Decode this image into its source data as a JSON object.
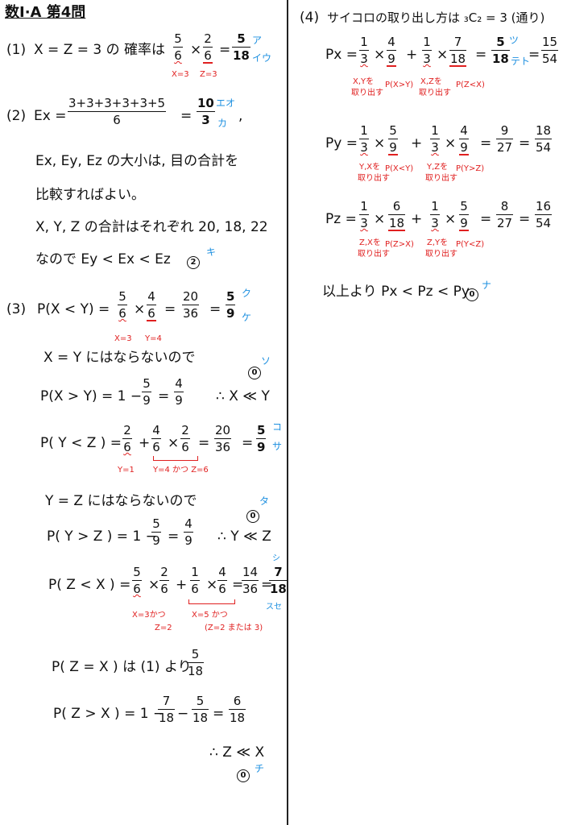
{
  "header": {
    "title": "数I·A 第4問"
  },
  "q1": {
    "label": "(1)",
    "lhs": "X = Z = 3 の 確率は",
    "f1": {
      "n": "5",
      "d": "6"
    },
    "times": "×",
    "f2": {
      "n": "2",
      "d": "6"
    },
    "eq": "=",
    "ans": {
      "n": "5",
      "d": "18"
    },
    "note_a": "X=3",
    "note_b": "Z=3",
    "kana_top": "ア",
    "kana_bottom": "イウ"
  },
  "q2": {
    "label": "(2)",
    "lhs": "Ex =",
    "num": "3+3+3+3+3+5",
    "den": "6",
    "eq": "=",
    "ans": {
      "n": "10",
      "d": "3"
    },
    "tail": ",",
    "kana_top": "エオ",
    "kana_bottom": "カ",
    "line1": "Ex, Ey, Ez の大小は, 目の合計を",
    "line2": "比較すればよい。",
    "line3": "X, Y, Z の合計はそれぞれ 20, 18, 22",
    "line4": "なので  Ey < Ex < Ez",
    "circ": "2",
    "kana_ki": "キ"
  },
  "q3": {
    "label": "(3)",
    "p1_lhs": "P(X < Y) =",
    "p1_f1": {
      "n": "5",
      "d": "6"
    },
    "p1_f2": {
      "n": "4",
      "d": "6"
    },
    "p1_mid": {
      "n": "20",
      "d": "36"
    },
    "p1_ans": {
      "n": "5",
      "d": "9"
    },
    "p1_note_a": "X=3",
    "p1_note_b": "Y=4",
    "kana_ku": "ク",
    "kana_ke": "ケ",
    "line_xy": "X = Y にはならないので",
    "circ_ko": "0",
    "kana_ko": "ソ",
    "p2_lhs": "P(X > Y) = 1 −",
    "p2_f1": {
      "n": "5",
      "d": "9"
    },
    "p2_ans": {
      "n": "4",
      "d": "9"
    },
    "p2_concl": "∴  X ≪ Y",
    "p3_lhs": "P( Y < Z ) =",
    "p3_f1": {
      "n": "2",
      "d": "6"
    },
    "p3_f2": {
      "n": "4",
      "d": "6"
    },
    "p3_f3": {
      "n": "2",
      "d": "6"
    },
    "p3_mid": {
      "n": "20",
      "d": "36"
    },
    "p3_ans": {
      "n": "5",
      "d": "9"
    },
    "p3_note_a": "Y=1",
    "p3_note_b": "Y=4 かつ Z=6",
    "kana_ko2": "コ",
    "kana_sa": "サ",
    "line_yz": "Y = Z にはならないので",
    "circ_ta": "0",
    "kana_ta": "タ",
    "p4_lhs": "P( Y > Z ) = 1 −",
    "p4_f1": {
      "n": "5",
      "d": "9"
    },
    "p4_ans": {
      "n": "4",
      "d": "9"
    },
    "p4_concl": "∴  Y ≪ Z",
    "p5_lhs": "P( Z < X ) =",
    "p5_f1": {
      "n": "5",
      "d": "6"
    },
    "p5_f2": {
      "n": "2",
      "d": "6"
    },
    "p5_f3": {
      "n": "1",
      "d": "6"
    },
    "p5_f4": {
      "n": "4",
      "d": "6"
    },
    "p5_mid": {
      "n": "14",
      "d": "36"
    },
    "p5_ans": {
      "n": "7",
      "d": "18"
    },
    "p5_note_a1": "X=3かつ",
    "p5_note_a2": "Z=2",
    "p5_note_b1": "X=5 かつ",
    "p5_note_b2": "(Z=2 または 3)",
    "kana_shi": "シ",
    "kana_suse": "スセ",
    "p6_lhs": "P( Z = X )  は (1) より",
    "p6_f": {
      "n": "5",
      "d": "18"
    },
    "p7_lhs": "P( Z > X ) = 1 −",
    "p7_f1": {
      "n": "7",
      "d": "18"
    },
    "p7_f2": {
      "n": "5",
      "d": "18"
    },
    "p7_ans": {
      "n": "6",
      "d": "18"
    },
    "p7_concl": "∴  Z ≪ X",
    "circ_chi": "0",
    "kana_chi": "チ"
  },
  "q4": {
    "label": "(4)",
    "intro": "サイコロの取り出し方は ₃C₂ = 3 (通り)",
    "px_lhs": "Px =",
    "px_f1": {
      "n": "1",
      "d": "3"
    },
    "px_f2": {
      "n": "4",
      "d": "9"
    },
    "px_f3": {
      "n": "1",
      "d": "3"
    },
    "px_f4": {
      "n": "7",
      "d": "18"
    },
    "px_ans": {
      "n": "5",
      "d": "18"
    },
    "px_eq2": {
      "n": "15",
      "d": "54"
    },
    "px_note_a1": "X,Yを",
    "px_note_a2": "取り出す",
    "px_note_b": "P(X>Y)",
    "px_note_c1": "X,Zを",
    "px_note_c2": "取り出す",
    "px_note_d": "P(Z<X)",
    "kana_tsu": "ツ",
    "kana_te": "テト",
    "py_lhs": "Py =",
    "py_f1": {
      "n": "1",
      "d": "3"
    },
    "py_f2": {
      "n": "5",
      "d": "9"
    },
    "py_f3": {
      "n": "1",
      "d": "3"
    },
    "py_f4": {
      "n": "4",
      "d": "9"
    },
    "py_mid": {
      "n": "9",
      "d": "27"
    },
    "py_ans": {
      "n": "18",
      "d": "54"
    },
    "py_note_a1": "Y,Xを",
    "py_note_a2": "取り出す",
    "py_note_b": "P(X<Y)",
    "py_note_c1": "Y,Zを",
    "py_note_c2": "取り出す",
    "py_note_d": "P(Y>Z)",
    "pz_lhs": "Pz =",
    "pz_f1": {
      "n": "1",
      "d": "3"
    },
    "pz_f2": {
      "n": "6",
      "d": "18"
    },
    "pz_f3": {
      "n": "1",
      "d": "3"
    },
    "pz_f4": {
      "n": "5",
      "d": "9"
    },
    "pz_mid": {
      "n": "8",
      "d": "27"
    },
    "pz_ans": {
      "n": "16",
      "d": "54"
    },
    "pz_note_a1": "Z,Xを",
    "pz_note_a2": "取り出す",
    "pz_note_b": "P(Z>X)",
    "pz_note_c1": "Z,Yを",
    "pz_note_c2": "取り出す",
    "pz_note_d": "P(Y<Z)",
    "concl": "以上より  Px < Pz < Py",
    "circ_na": "0",
    "kana_na": "ナ"
  }
}
